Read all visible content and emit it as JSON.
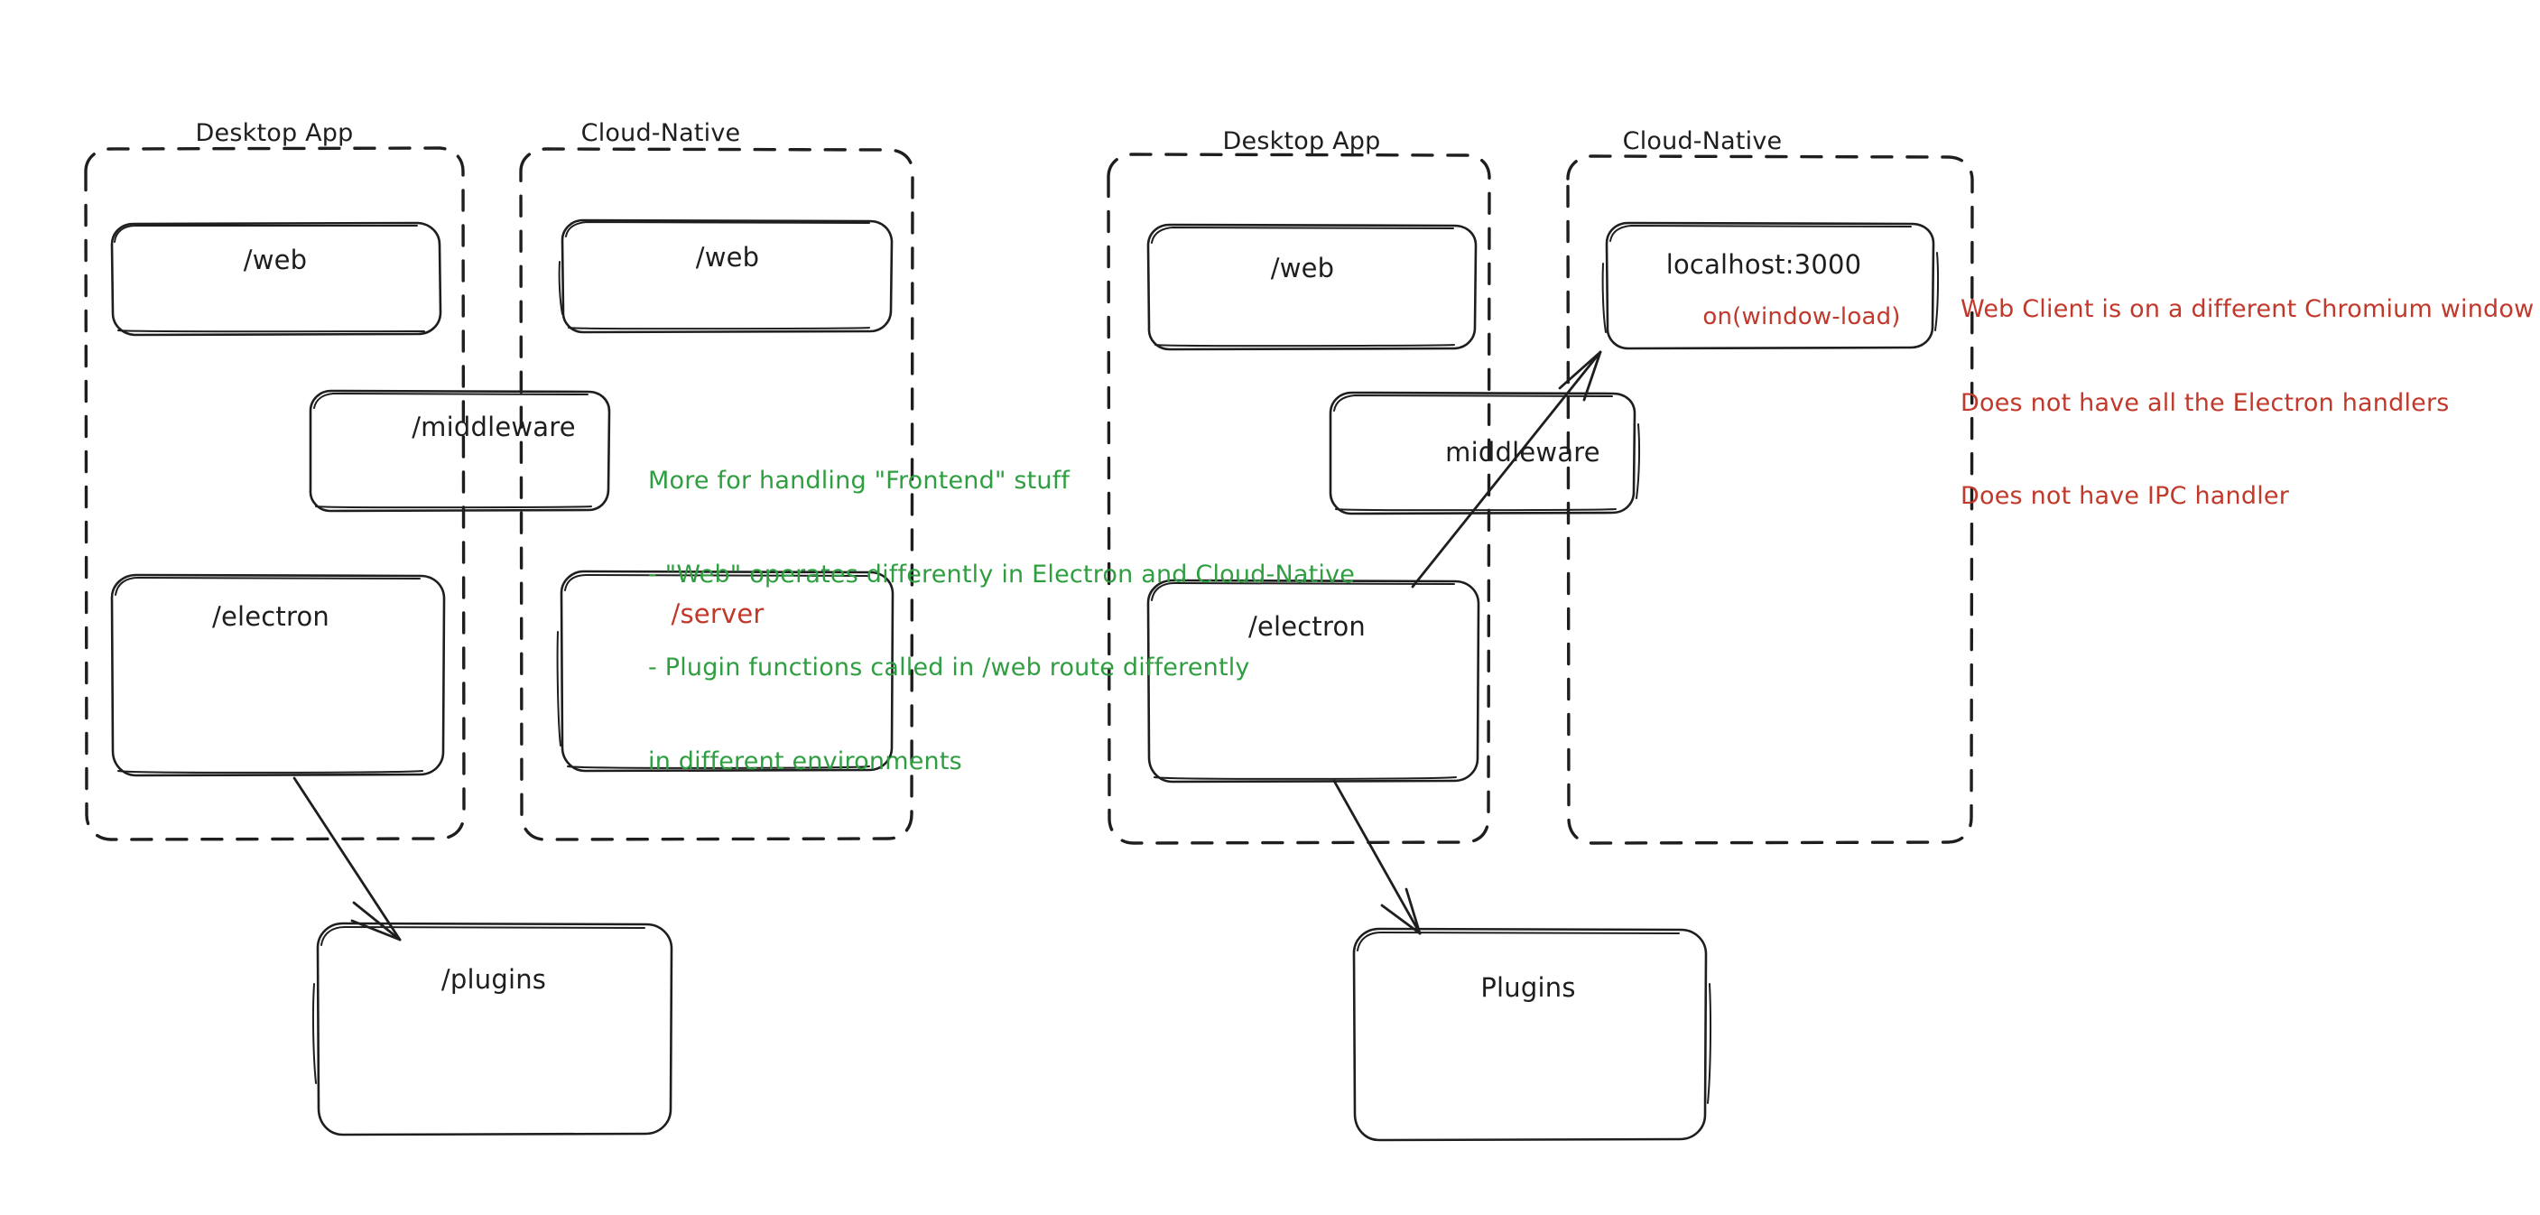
{
  "diagram": {
    "type": "architecture-sketch",
    "style": "hand-drawn",
    "colors": {
      "stroke": "#1e1e1e",
      "green_note": "#2f9e41",
      "red_note": "#c0392b",
      "background": "#ffffff"
    },
    "panels": [
      {
        "id": "left-panel",
        "groups": [
          {
            "id": "left-desktop",
            "label": "Desktop App"
          },
          {
            "id": "left-cloudnative",
            "label": "Cloud-Native"
          }
        ],
        "boxes": [
          {
            "id": "left-desktop-web",
            "label": "/web"
          },
          {
            "id": "left-cloud-web",
            "label": "/web"
          },
          {
            "id": "left-middleware",
            "label": "/middleware"
          },
          {
            "id": "left-electron",
            "label": "/electron"
          },
          {
            "id": "left-server",
            "label": "/server",
            "color": "red"
          },
          {
            "id": "left-plugins",
            "label": "/plugins"
          }
        ],
        "arrows": [
          {
            "id": "left-electron-to-plugins",
            "from": "/electron",
            "to": "/plugins"
          }
        ]
      },
      {
        "id": "right-panel",
        "groups": [
          {
            "id": "right-desktop",
            "label": "Desktop App"
          },
          {
            "id": "right-cloudnative",
            "label": "Cloud-Native"
          }
        ],
        "boxes": [
          {
            "id": "right-desktop-web",
            "label": "/web"
          },
          {
            "id": "right-localhost",
            "label": "localhost:3000",
            "sublabel": "on(window-load)",
            "sublabel_color": "red"
          },
          {
            "id": "right-middleware",
            "label": "middleware"
          },
          {
            "id": "right-electron",
            "label": "/electron"
          },
          {
            "id": "right-plugins",
            "label": "Plugins"
          }
        ],
        "arrows": [
          {
            "id": "right-electron-to-localhost",
            "from": "/electron",
            "to": "localhost:3000"
          },
          {
            "id": "right-electron-to-plugins",
            "from": "/electron",
            "to": "Plugins"
          }
        ]
      }
    ],
    "annotations": [
      {
        "id": "green-note",
        "color": "green",
        "lines": [
          "More for handling \"Frontend\" stuff",
          "- \"Web\" operates differently in Electron and Cloud-Native",
          "- Plugin functions called in /web route differently",
          "in different environments"
        ]
      },
      {
        "id": "red-note",
        "color": "red",
        "lines": [
          "Web Client is on a different Chromium window",
          "Does not have all the Electron handlers",
          "Does not have IPC handler"
        ]
      }
    ]
  }
}
